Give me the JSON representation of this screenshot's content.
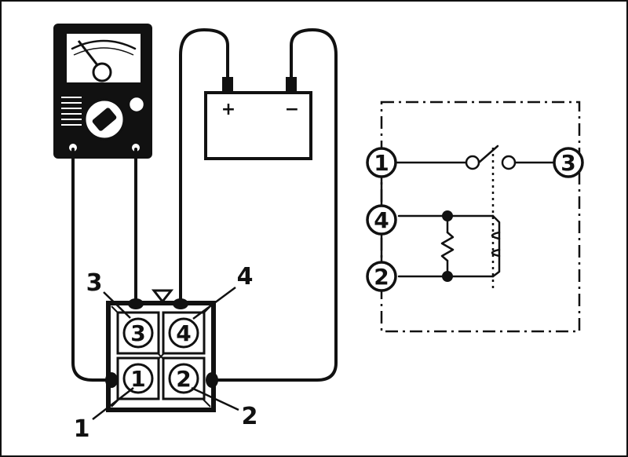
{
  "connector": {
    "terminals": {
      "t1": "1",
      "t2": "2",
      "t3": "3",
      "t4": "4"
    },
    "callouts": {
      "c1": "1",
      "c2": "2",
      "c3": "3",
      "c4": "4"
    }
  },
  "battery": {
    "positive": "+",
    "negative": "−"
  },
  "schematic": {
    "terminals": {
      "t1": "1",
      "t2": "2",
      "t3": "3",
      "t4": "4"
    }
  }
}
